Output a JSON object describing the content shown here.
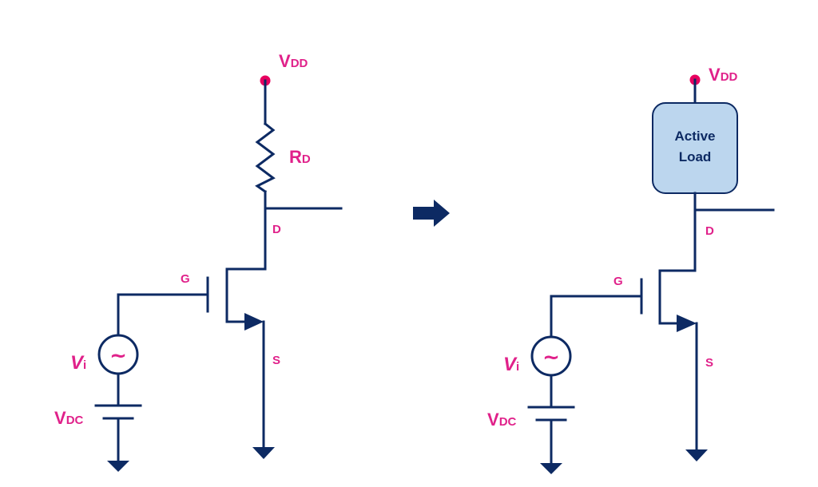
{
  "colors": {
    "wire": "#0d2a63",
    "label": "#e0218a",
    "box_fill": "#bcd6ee"
  },
  "left": {
    "vdd": "V",
    "vdd_sub": "DD",
    "rd": "R",
    "rd_sub": "D",
    "d": "D",
    "g": "G",
    "s": "S",
    "vi": "V",
    "vi_sub": "i",
    "vdc": "V",
    "vdc_sub": "DC",
    "source_symbol": "~"
  },
  "right": {
    "vdd": "V",
    "vdd_sub": "DD",
    "load_line1": "Active",
    "load_line2": "Load",
    "d": "D",
    "g": "G",
    "s": "S",
    "vi": "V",
    "vi_sub": "i",
    "vdc": "V",
    "vdc_sub": "DC",
    "source_symbol": "~"
  },
  "transition_icon": "right-arrow-icon"
}
